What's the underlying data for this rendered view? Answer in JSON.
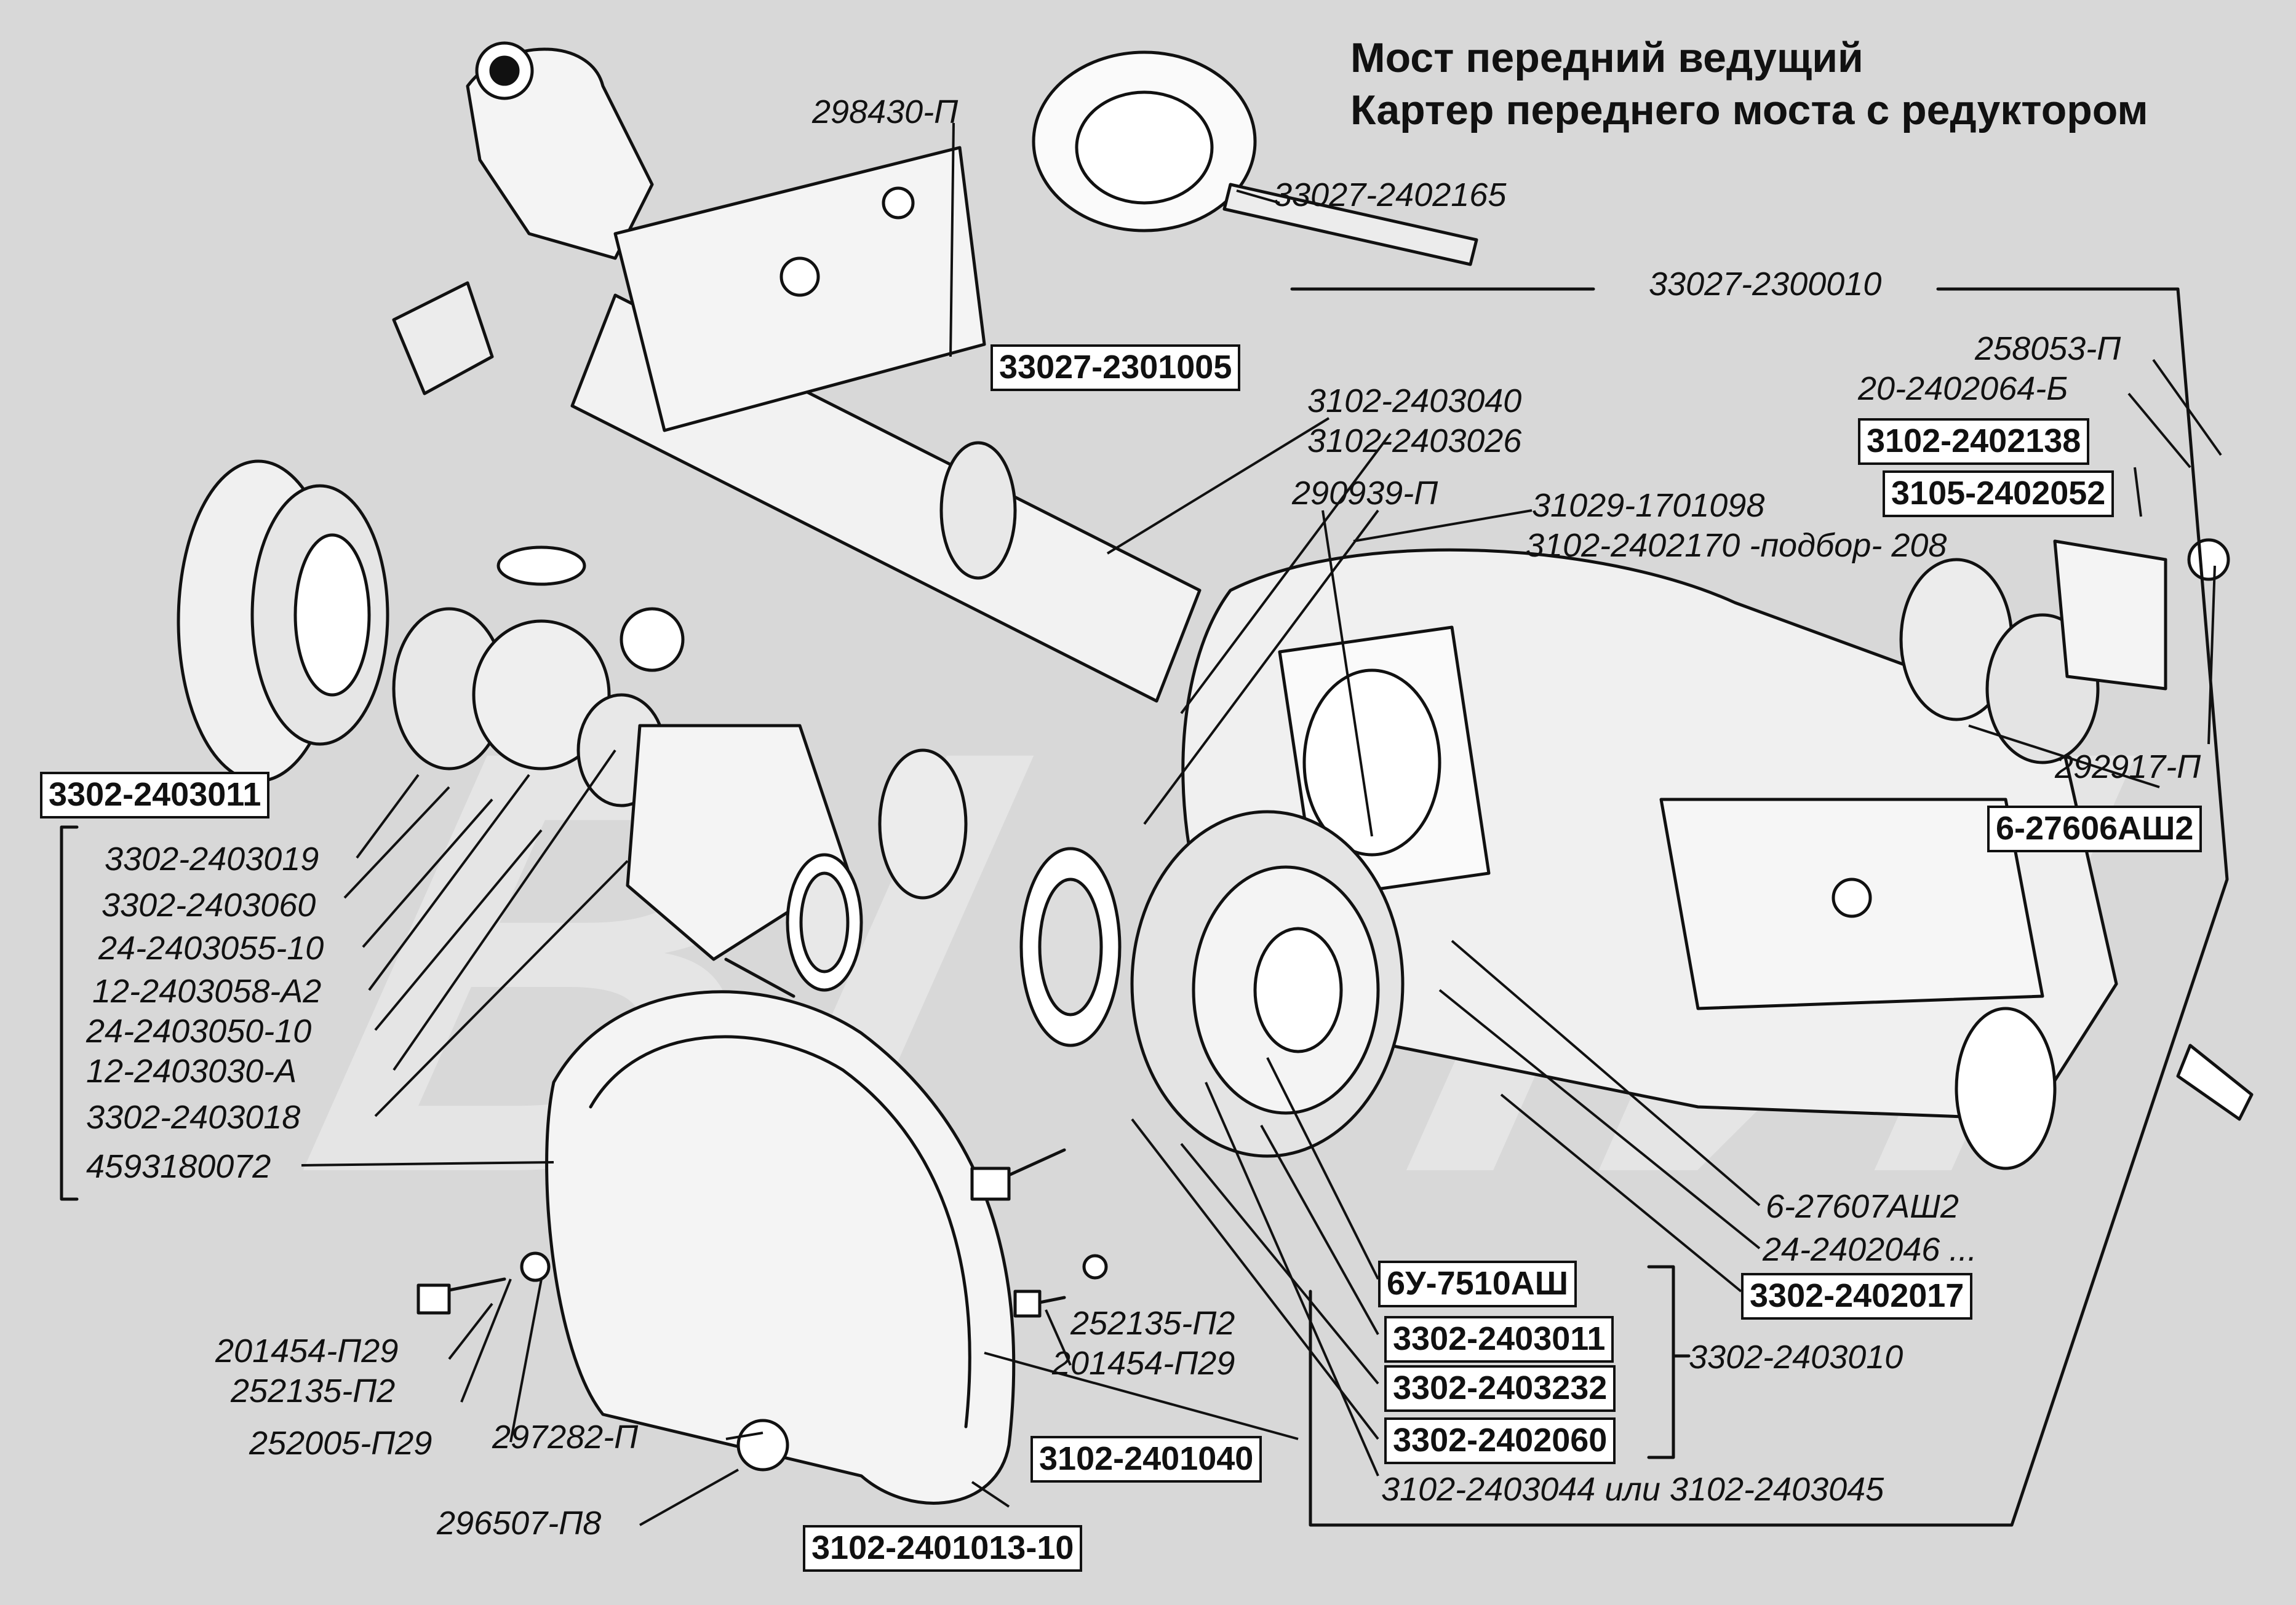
{
  "title": {
    "line1": "Мост передний ведущий",
    "line2": "Картер переднего моста с редуктором"
  },
  "watermark": "ВІ ЧИ",
  "labels": [
    {
      "id": "l1",
      "text": "298430-П",
      "style": "italic"
    },
    {
      "id": "l2",
      "text": "33027-2402165",
      "style": "italic"
    },
    {
      "id": "l3",
      "text": "33027-2300010",
      "style": "italic"
    },
    {
      "id": "l4",
      "text": "33027-2301005",
      "style": "boxed"
    },
    {
      "id": "l5",
      "text": "3102-2403040",
      "style": "italic"
    },
    {
      "id": "l6",
      "text": "3102-2403026",
      "style": "italic"
    },
    {
      "id": "l7",
      "text": "258053-П",
      "style": "italic"
    },
    {
      "id": "l8",
      "text": "20-2402064-Б",
      "style": "italic"
    },
    {
      "id": "l9",
      "text": "3102-2402138",
      "style": "boxed"
    },
    {
      "id": "l10",
      "text": "3105-2402052",
      "style": "boxed"
    },
    {
      "id": "l11",
      "text": "290939-П",
      "style": "italic"
    },
    {
      "id": "l12",
      "text": "31029-1701098",
      "style": "italic"
    },
    {
      "id": "l13",
      "text": "3102-2402170 -подбор- 208",
      "style": "italic"
    },
    {
      "id": "l14",
      "text": "292917-П",
      "style": "italic"
    },
    {
      "id": "l15",
      "text": "6-27606АШ2",
      "style": "boxed"
    },
    {
      "id": "l16",
      "text": "3302-2403011",
      "style": "boxed"
    },
    {
      "id": "l17",
      "text": "3302-2403019",
      "style": "italic"
    },
    {
      "id": "l18",
      "text": "3302-2403060",
      "style": "italic"
    },
    {
      "id": "l19",
      "text": "24-2403055-10",
      "style": "italic"
    },
    {
      "id": "l20",
      "text": "12-2403058-А2",
      "style": "italic"
    },
    {
      "id": "l21",
      "text": "24-2403050-10",
      "style": "italic"
    },
    {
      "id": "l22",
      "text": "12-2403030-А",
      "style": "italic"
    },
    {
      "id": "l23",
      "text": "3302-2403018",
      "style": "italic"
    },
    {
      "id": "l24",
      "text": "4593180072",
      "style": "italic"
    },
    {
      "id": "l25",
      "text": "6-27607АШ2",
      "style": "italic"
    },
    {
      "id": "l26",
      "text": "24-2402046 ...",
      "style": "italic"
    },
    {
      "id": "l27",
      "text": "6У-7510АШ",
      "style": "boxed"
    },
    {
      "id": "l28",
      "text": "3302-2402017",
      "style": "boxed"
    },
    {
      "id": "l29",
      "text": "252135-П2",
      "style": "italic"
    },
    {
      "id": "l30",
      "text": "201454-П29",
      "style": "italic"
    },
    {
      "id": "l31",
      "text": "3302-2403011",
      "style": "boxed"
    },
    {
      "id": "l32",
      "text": "3302-2403010",
      "style": "italic"
    },
    {
      "id": "l33",
      "text": "3302-2403232",
      "style": "boxed"
    },
    {
      "id": "l34",
      "text": "3302-2402060",
      "style": "boxed"
    },
    {
      "id": "l35",
      "text": "201454-П29",
      "style": "italic"
    },
    {
      "id": "l36",
      "text": "252135-П2",
      "style": "italic"
    },
    {
      "id": "l37",
      "text": "252005-П29",
      "style": "italic"
    },
    {
      "id": "l38",
      "text": "297282-П",
      "style": "italic"
    },
    {
      "id": "l39",
      "text": "3102-2401040",
      "style": "boxed"
    },
    {
      "id": "l40",
      "text": "3102-2403044 или 3102-2403045",
      "style": "italic"
    },
    {
      "id": "l41",
      "text": "296507-П8",
      "style": "italic"
    },
    {
      "id": "l42",
      "text": "3102-2401013-10",
      "style": "boxed"
    }
  ]
}
